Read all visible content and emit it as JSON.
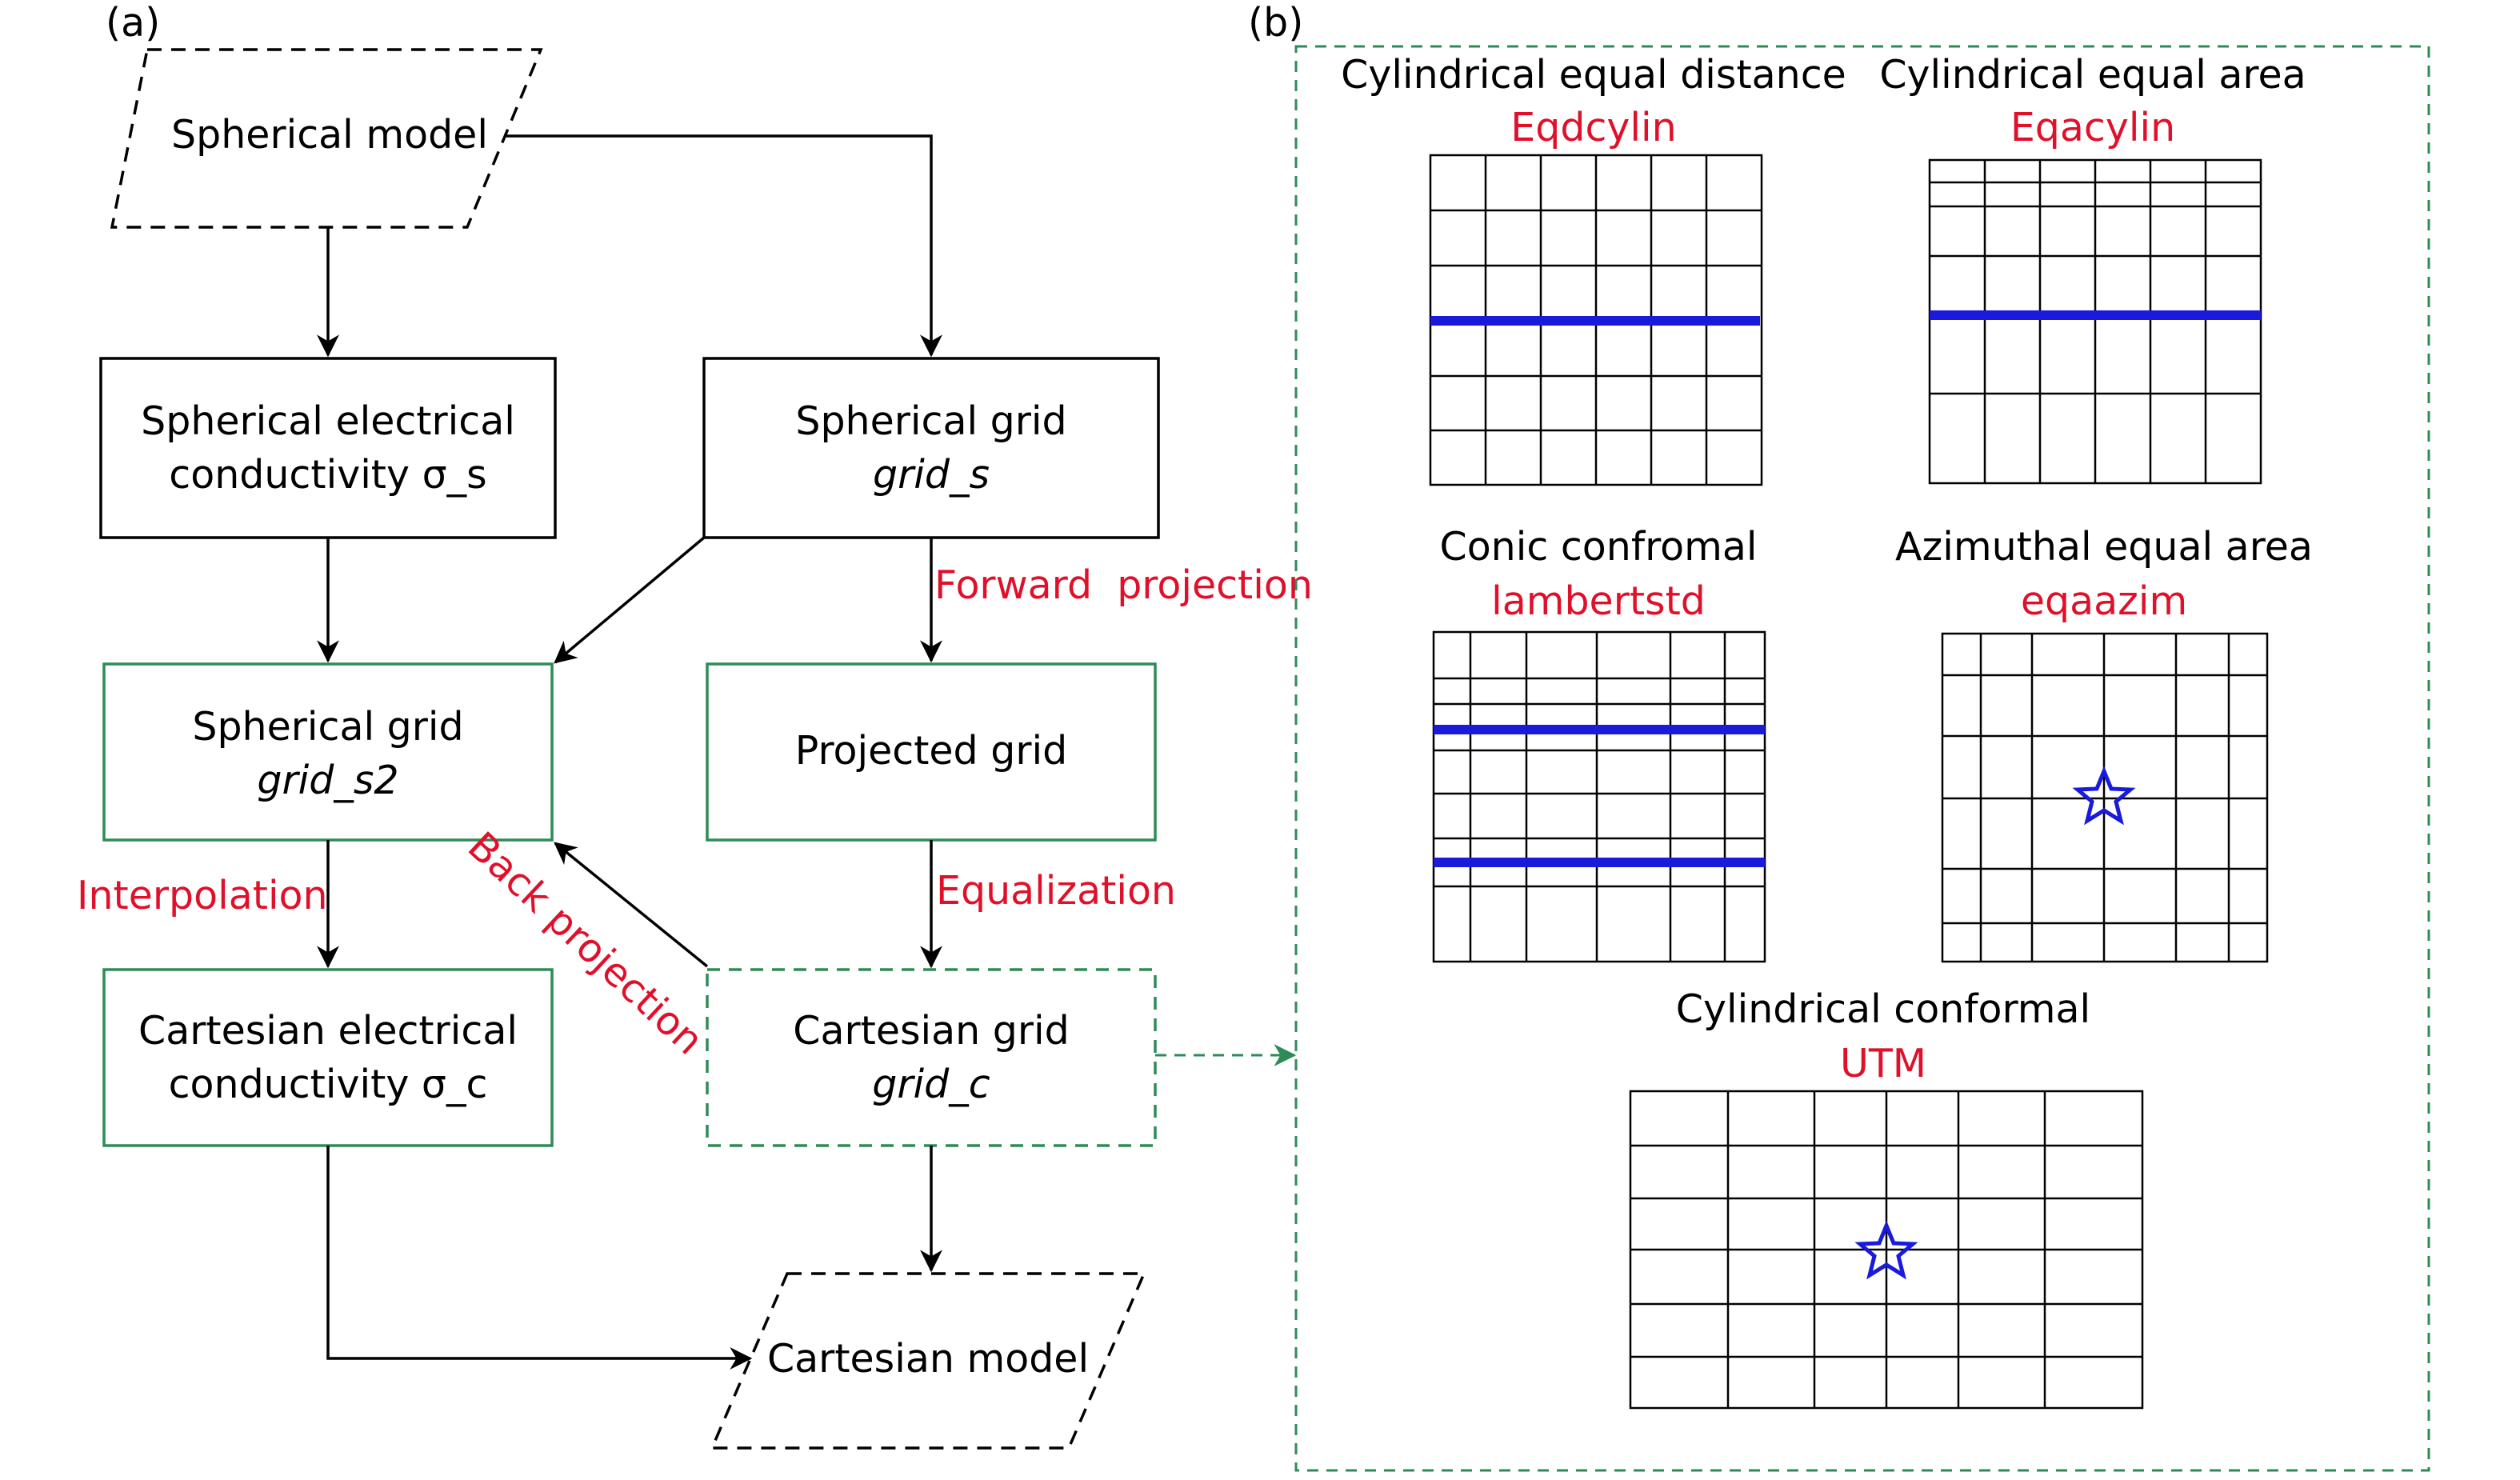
{
  "colors": {
    "red_label": "#e0102a",
    "green_box": "#2e8b57",
    "blue_line": "#1a1adb",
    "black": "#000000"
  },
  "panel_a": {
    "tag": "(a)",
    "spherical_model": "Spherical model",
    "sph_cond_line1": "Spherical electrical",
    "sph_cond_line2": "conductivity σ_s",
    "sph_grid_line1": "Spherical grid",
    "sph_grid_line2": "grid_s",
    "sph_grid2_line1": "Spherical grid",
    "sph_grid2_line2": "grid_s2",
    "projected_grid": "Projected grid",
    "cart_cond_line1": "Cartesian electrical",
    "cart_cond_line2": "conductivity σ_c",
    "cart_grid_line1": "Cartesian grid",
    "cart_grid_line2": "grid_c",
    "cartesian_model": "Cartesian model",
    "forward_projection": "Forward  projection",
    "interpolation": "Interpolation",
    "equalization": "Equalization",
    "back_projection": "Back projection"
  },
  "panel_b": {
    "tag": "(b)",
    "projections": [
      {
        "title": "Cylindrical equal distance",
        "code": "Eqdcylin"
      },
      {
        "title": "Cylindrical equal area",
        "code": "Eqacylin"
      },
      {
        "title": "Conic confromal",
        "code": "lambertstd"
      },
      {
        "title": "Azimuthal equal area",
        "code": "eqaazim"
      },
      {
        "title": "Cylindrical conformal",
        "code": "UTM"
      }
    ]
  }
}
